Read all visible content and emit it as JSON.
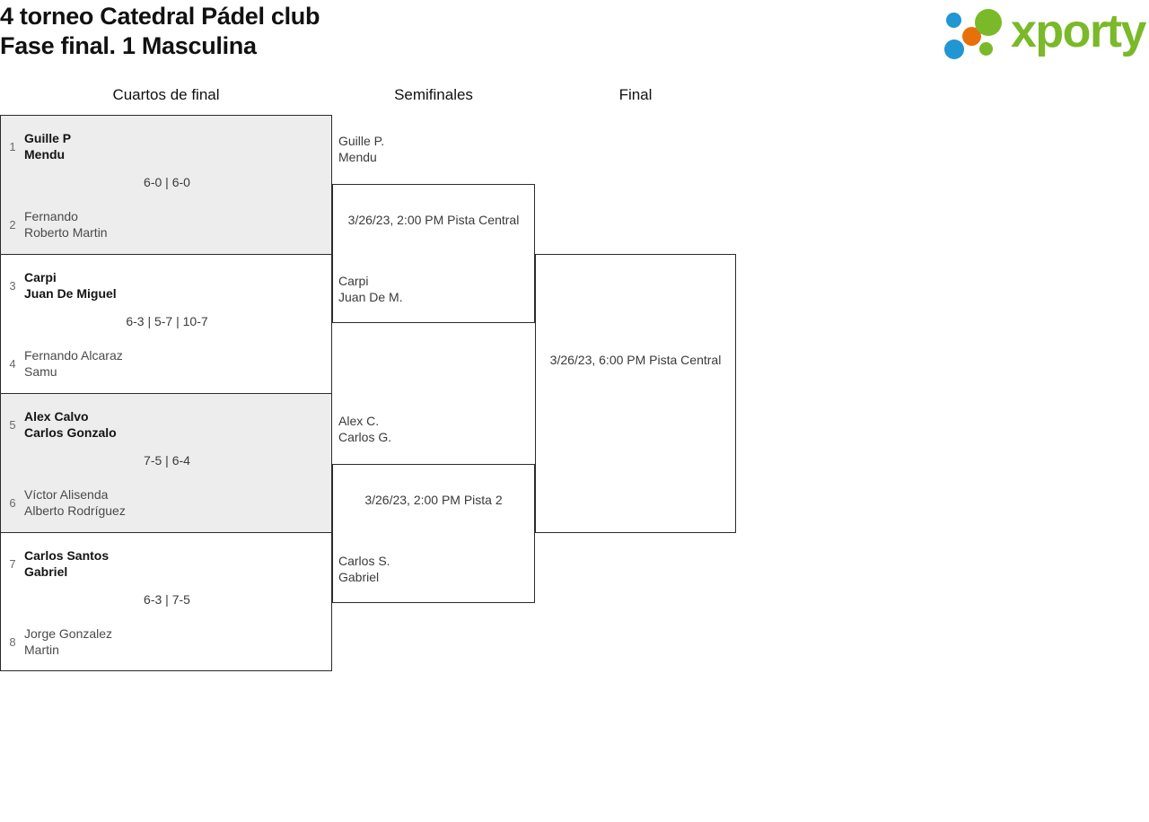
{
  "header": {
    "title_line1": "4 torneo Catedral Pádel club",
    "title_line2": "Fase final. 1 Masculina"
  },
  "logo": {
    "text": "xporty",
    "colors": {
      "green": "#7ab929",
      "orange": "#e8700a",
      "blue": "#2196d3"
    }
  },
  "rounds": [
    {
      "label": "Cuartos de final"
    },
    {
      "label": "Semifinales"
    },
    {
      "label": "Final"
    }
  ],
  "quarterfinals": [
    {
      "shaded": true,
      "score": "6-0 | 6-0",
      "top": {
        "seed": "1",
        "player1": "Guille P",
        "player2": "Mendu",
        "winner": true
      },
      "bottom": {
        "seed": "2",
        "player1": "Fernando",
        "player2": "Roberto Martin",
        "winner": false
      }
    },
    {
      "shaded": false,
      "score": "6-3 | 5-7 | 10-7",
      "top": {
        "seed": "3",
        "player1": "Carpi",
        "player2": "Juan De Miguel",
        "winner": true
      },
      "bottom": {
        "seed": "4",
        "player1": "Fernando Alcaraz",
        "player2": "Samu",
        "winner": false
      }
    },
    {
      "shaded": true,
      "score": "7-5 | 6-4",
      "top": {
        "seed": "5",
        "player1": "Alex Calvo",
        "player2": "Carlos Gonzalo",
        "winner": true
      },
      "bottom": {
        "seed": "6",
        "player1": "Víctor Alisenda",
        "player2": "Alberto Rodríguez",
        "winner": false
      }
    },
    {
      "shaded": false,
      "score": "6-3 | 7-5",
      "top": {
        "seed": "7",
        "player1": "Carlos Santos",
        "player2": "Gabriel",
        "winner": true
      },
      "bottom": {
        "seed": "8",
        "player1": "Jorge Gonzalez",
        "player2": "Martin",
        "winner": false
      }
    }
  ],
  "semifinals": [
    {
      "date": "3/26/23, 2:00 PM Pista Central",
      "top": {
        "player1": "Guille P.",
        "player2": "Mendu"
      },
      "bottom": {
        "player1": "Carpi",
        "player2": "Juan De M."
      }
    },
    {
      "date": "3/26/23, 2:00 PM Pista 2",
      "top": {
        "player1": "Alex C.",
        "player2": "Carlos G."
      },
      "bottom": {
        "player1": "Carlos S.",
        "player2": "Gabriel"
      }
    }
  ],
  "final": {
    "date": "3/26/23, 6:00 PM Pista Central",
    "top": {
      "player1": "",
      "player2": ""
    },
    "bottom": {
      "player1": "",
      "player2": ""
    }
  }
}
